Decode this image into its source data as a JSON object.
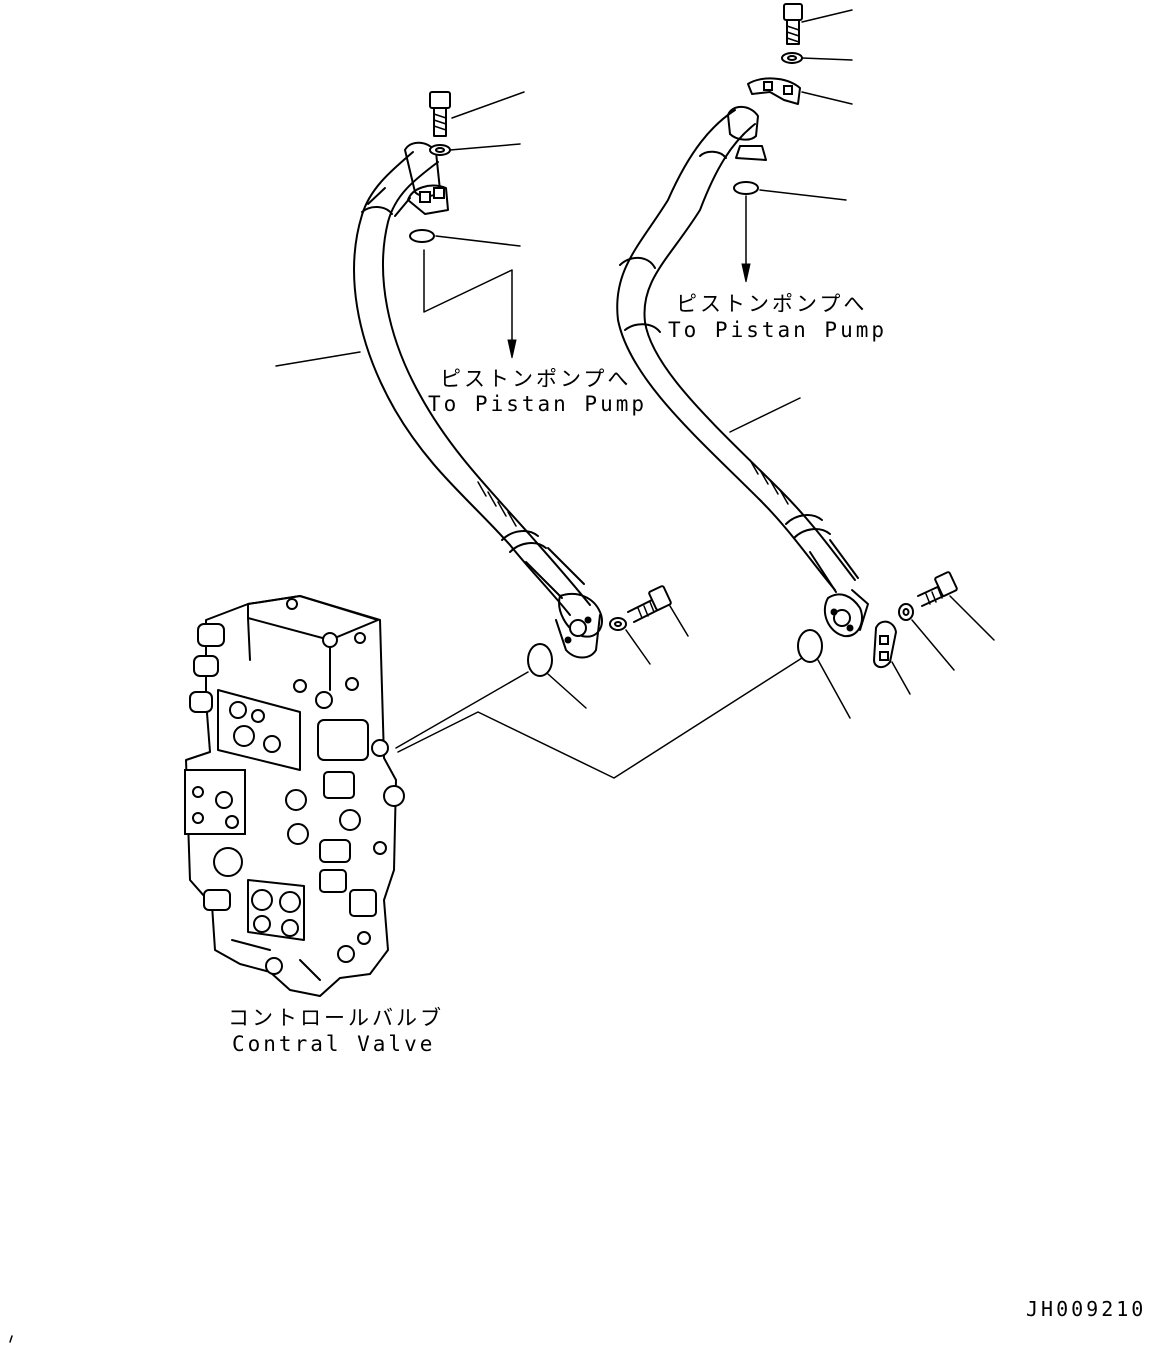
{
  "labels": {
    "pump_left_jp": "ピストンポンプへ",
    "pump_left_en": "To Pistan Pump",
    "pump_right_jp": "ピストンポンプへ",
    "pump_right_en": "To Pistan Pump",
    "valve_jp": "コントロールバルブ",
    "valve_en": "Contral Valve",
    "drawing_id": "JH009210"
  },
  "colors": {
    "ink": "#000000",
    "paper": "#ffffff"
  }
}
